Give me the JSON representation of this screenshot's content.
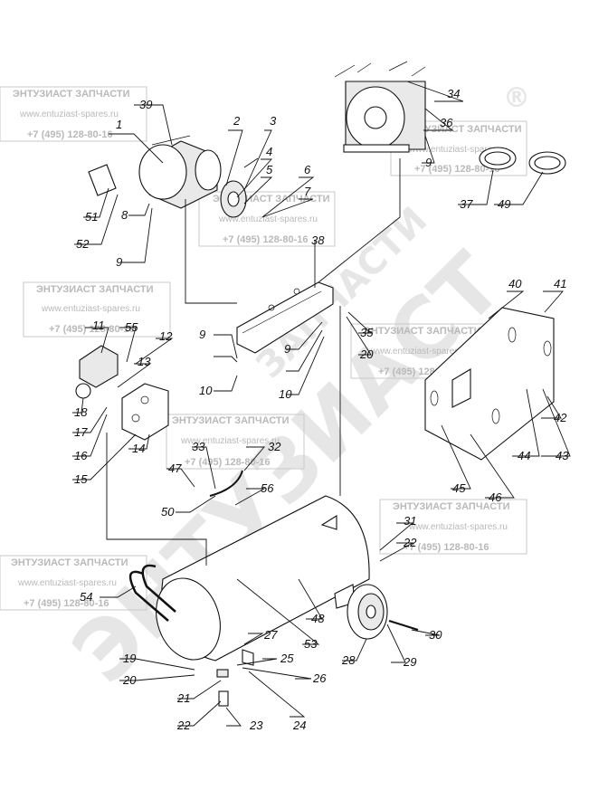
{
  "watermark": {
    "title": "ЭНТУЗИАСТ ЗАПЧАСТИ",
    "url": "www.entuziast-spares.ru",
    "phone": "+7 (495) 128-80-16",
    "big_word": "ЭНТУЗИАСТ",
    "big_word2": "ЗАПЧАСТИ",
    "registered": "®"
  },
  "labels": [
    "1",
    "2",
    "3",
    "4",
    "5",
    "6",
    "7",
    "8",
    "9",
    "10",
    "11",
    "12",
    "13",
    "14",
    "15",
    "16",
    "17",
    "18",
    "19",
    "20",
    "21",
    "22",
    "23",
    "24",
    "25",
    "26",
    "27",
    "28",
    "29",
    "30",
    "31",
    "32",
    "33",
    "34",
    "35",
    "36",
    "37",
    "38",
    "39",
    "40",
    "41",
    "42",
    "43",
    "44",
    "45",
    "46",
    "47",
    "48",
    "49",
    "50",
    "51",
    "52",
    "53",
    "54",
    "55",
    "56"
  ]
}
